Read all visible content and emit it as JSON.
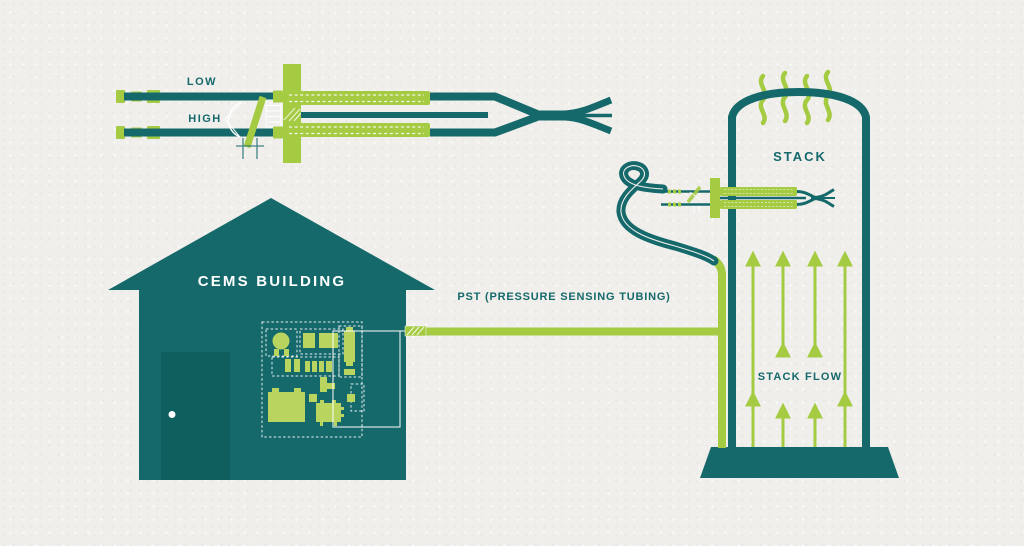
{
  "labels": {
    "low": "LOW",
    "high": "HIGH",
    "cems_building": "CEMS BUILDING",
    "pst": "PST (PRESSURE SENSING TUBING)",
    "stack": "STACK",
    "stack_flow": "STACK FLOW"
  },
  "colors": {
    "teal": "#15696b",
    "teal_dark": "#0f5f5e",
    "green": "#a5cb43",
    "light_green": "#bad55f",
    "background": "#f0efec",
    "white": "#ffffff"
  }
}
